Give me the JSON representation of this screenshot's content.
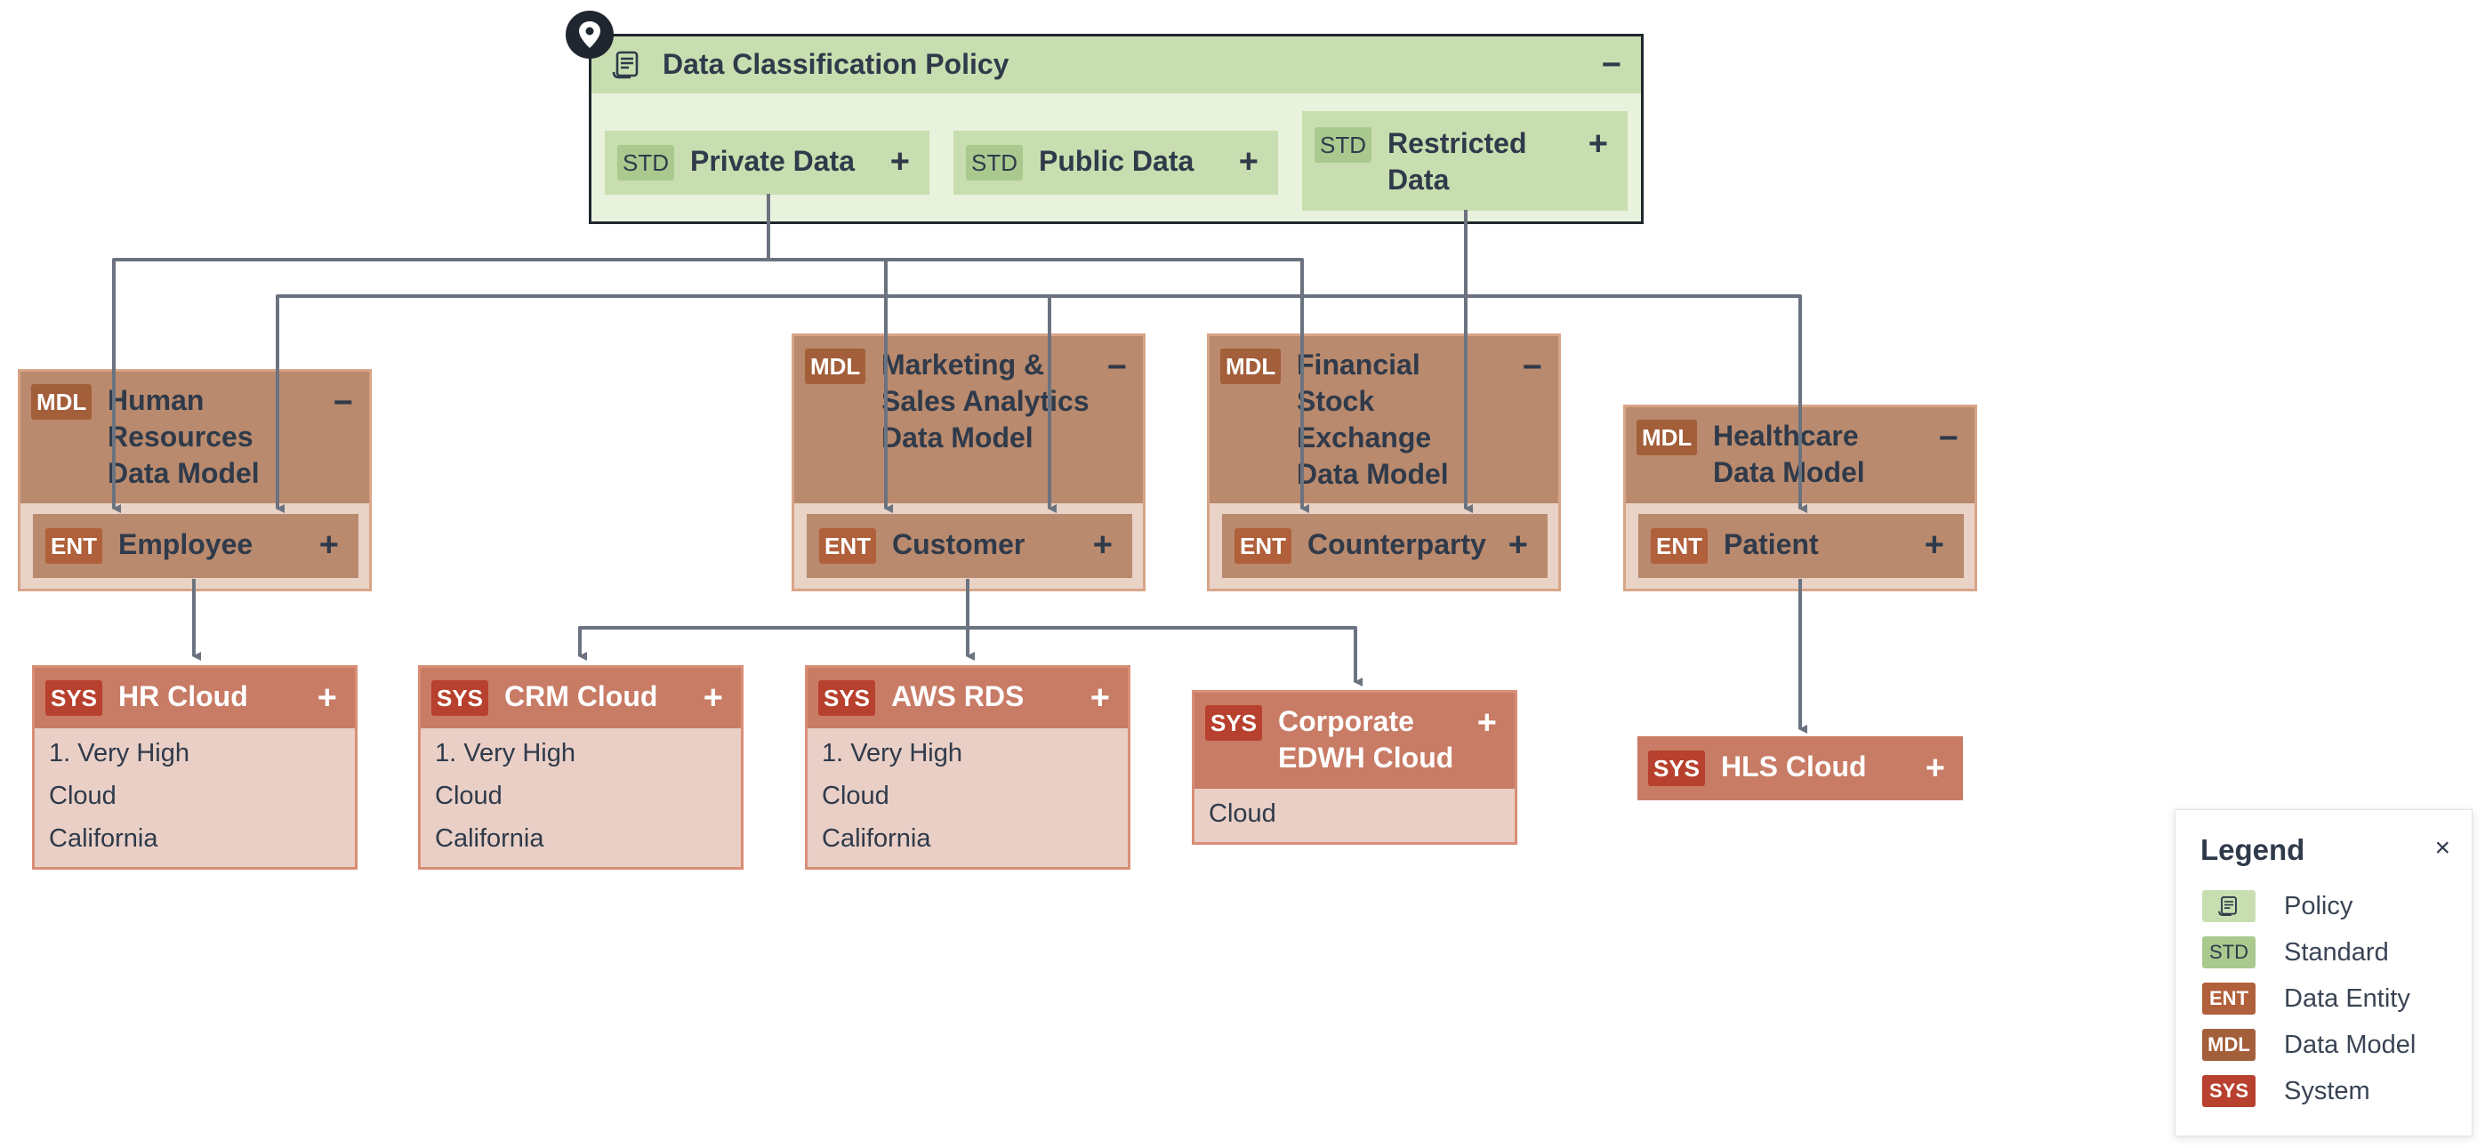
{
  "policy": {
    "badge_icon": "policy-scroll-icon",
    "title": "Data Classification Policy",
    "toggle": "−",
    "standards": [
      {
        "badge": "STD",
        "title": "Private Data",
        "toggle": "+"
      },
      {
        "badge": "STD",
        "title": "Public Data",
        "toggle": "+"
      },
      {
        "badge": "STD",
        "title": "Restricted Data",
        "toggle": "+"
      }
    ]
  },
  "models": [
    {
      "badge": "MDL",
      "title": "Human Resources Data Model",
      "toggle": "−",
      "entity": {
        "badge": "ENT",
        "title": "Employee",
        "toggle": "+"
      }
    },
    {
      "badge": "MDL",
      "title": "Marketing & Sales Analytics Data Model",
      "toggle": "−",
      "entity": {
        "badge": "ENT",
        "title": "Customer",
        "toggle": "+"
      }
    },
    {
      "badge": "MDL",
      "title": "Financial Stock Exchange Data Model",
      "toggle": "−",
      "entity": {
        "badge": "ENT",
        "title": "Counterparty",
        "toggle": "+"
      }
    },
    {
      "badge": "MDL",
      "title": "Healthcare Data Model",
      "toggle": "−",
      "entity": {
        "badge": "ENT",
        "title": "Patient",
        "toggle": "+"
      }
    }
  ],
  "systems": [
    {
      "badge": "SYS",
      "title": "HR Cloud",
      "toggle": "+",
      "attrs": [
        "1. Very High",
        "Cloud",
        "California"
      ]
    },
    {
      "badge": "SYS",
      "title": "CRM Cloud",
      "toggle": "+",
      "attrs": [
        "1. Very High",
        "Cloud",
        "California"
      ]
    },
    {
      "badge": "SYS",
      "title": "AWS RDS",
      "toggle": "+",
      "attrs": [
        "1. Very High",
        "Cloud",
        "California"
      ]
    },
    {
      "badge": "SYS",
      "title": "Corporate EDWH Cloud",
      "toggle": "+",
      "attrs": [
        "Cloud"
      ]
    },
    {
      "badge": "SYS",
      "title": "HLS Cloud",
      "toggle": "+",
      "attrs": []
    }
  ],
  "legend": {
    "title": "Legend",
    "close": "×",
    "items": [
      {
        "badge": "",
        "icon": "policy-scroll-icon",
        "label": "Policy"
      },
      {
        "badge": "STD",
        "label": "Standard"
      },
      {
        "badge": "ENT",
        "label": "Data Entity"
      },
      {
        "badge": "MDL",
        "label": "Data Model"
      },
      {
        "badge": "SYS",
        "label": "System"
      }
    ]
  },
  "colors": {
    "connector": "#6b7380",
    "policy_bg": "#e9f2dc",
    "standard_bg": "#c8deb0",
    "model_bg": "#b98a6e",
    "system_head": "#c87b65",
    "system_badge": "#b8402e"
  }
}
